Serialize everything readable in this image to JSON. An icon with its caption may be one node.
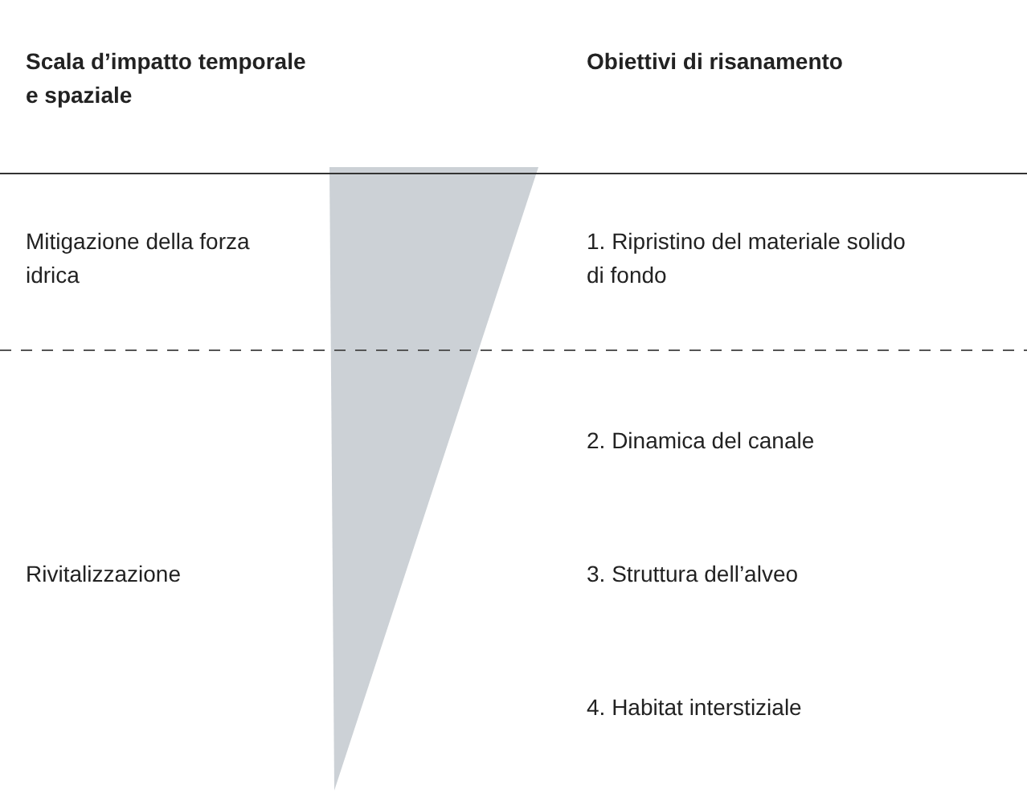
{
  "diagram": {
    "nodes": [
      {
        "text": [],
        "shape": "triangle"
      }
    ],
    "labels": [
      "Scala d’impatto temporale e spaziale",
      "Obiettivi di risanamento",
      "Mitigazione della forza idrica",
      "1. Ripristino del materiale solido di fondo",
      "2. Dinamica del canale",
      "Rivitalizzazione",
      "3. Struttura dell’alveo",
      "4. Habitat interstiziale"
    ]
  }
}
